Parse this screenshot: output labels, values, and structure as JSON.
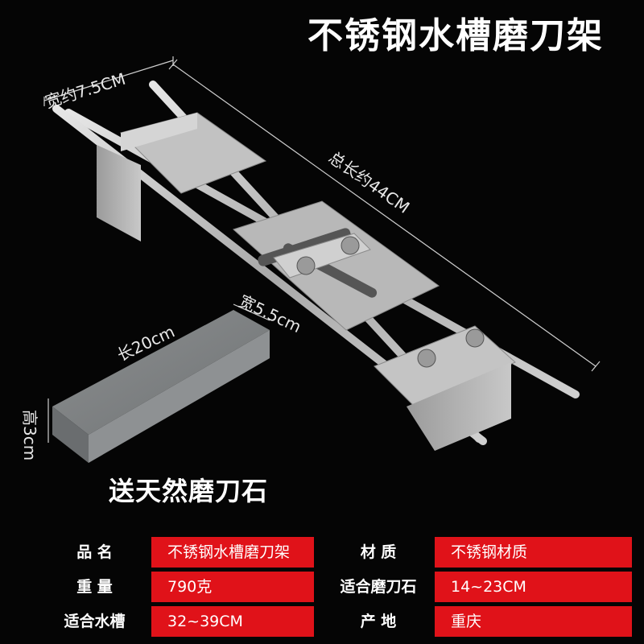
{
  "title": "不锈钢水槽磨刀架",
  "dimensions": {
    "width": "宽约7.5CM",
    "length": "总长约44CM",
    "stone_width": "宽5.5cm",
    "stone_length": "长20cm",
    "stone_height": "高3cm"
  },
  "gift_text": "送天然磨刀石",
  "specs": [
    {
      "left_label": "品 名",
      "left_value": "不锈钢水槽磨刀架",
      "right_label": "材 质",
      "right_value": "不锈钢材质"
    },
    {
      "left_label": "重 量",
      "left_value": "790克",
      "right_label": "适合磨刀石",
      "right_value": "14~23CM"
    },
    {
      "left_label": "适合水槽",
      "left_value": "32~39CM",
      "right_label": "产 地",
      "right_value": "重庆"
    }
  ],
  "colors": {
    "background": "#050505",
    "accent": "#e01219",
    "steel": "#b9b9b9"
  }
}
